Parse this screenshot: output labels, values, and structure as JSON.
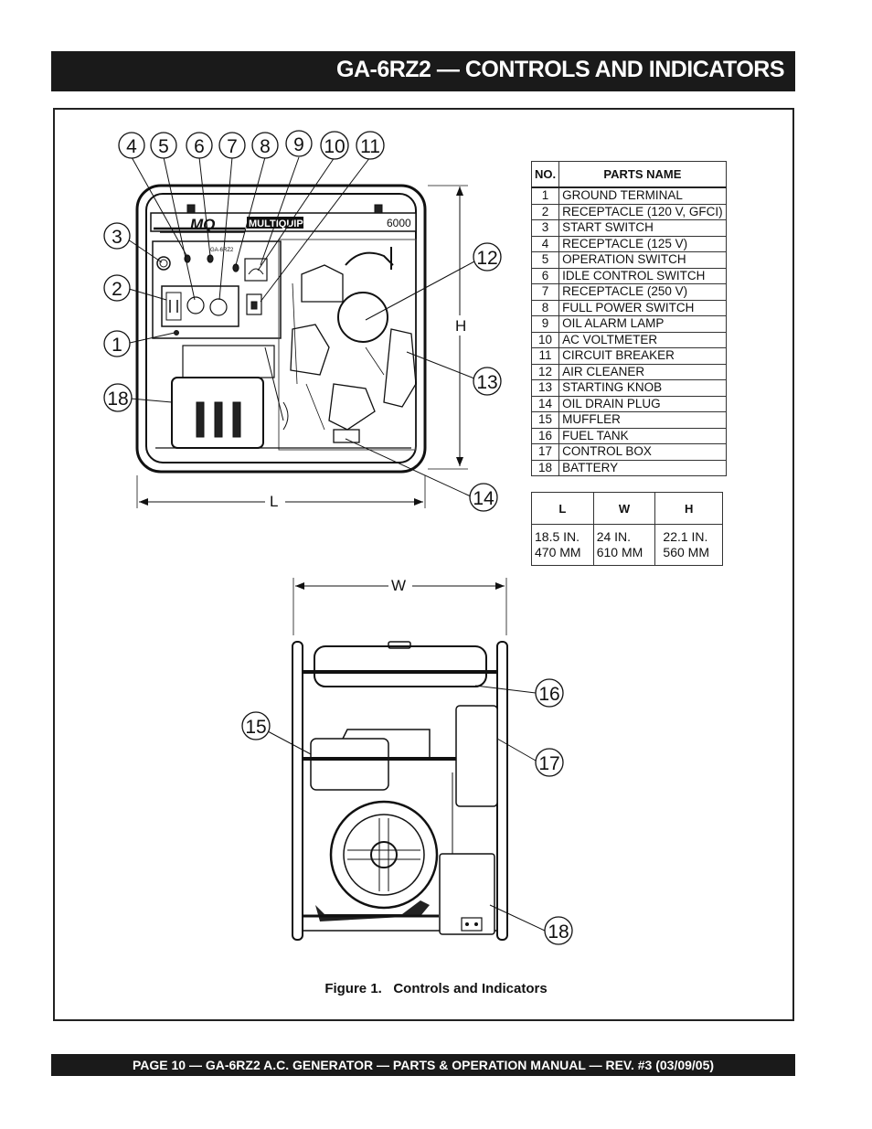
{
  "header": {
    "title": "GA-6RZ2 — CONTROLS AND INDICATORS"
  },
  "front_view": {
    "brand_logo": "MQ",
    "brand_name": "MULTIQUIP",
    "model_badge": "6000",
    "panel_model": "GA-6RZ2",
    "callouts": [
      "1",
      "2",
      "3",
      "4",
      "5",
      "6",
      "7",
      "8",
      "9",
      "10",
      "11",
      "12",
      "13",
      "14",
      "18"
    ],
    "dimension_height": "H",
    "dimension_length": "L"
  },
  "rear_view": {
    "callouts": [
      "15",
      "16",
      "17",
      "18"
    ],
    "dimension_width": "W"
  },
  "parts_table": {
    "col_no": "NO.",
    "col_name": "PARTS NAME",
    "rows": [
      {
        "no": "1",
        "name": "GROUND TERMINAL"
      },
      {
        "no": "2",
        "name": "RECEPTACLE (120 V, GFCI)"
      },
      {
        "no": "3",
        "name": "START SWITCH"
      },
      {
        "no": "4",
        "name": "RECEPTACLE (125 V)"
      },
      {
        "no": "5",
        "name": "OPERATION SWITCH"
      },
      {
        "no": "6",
        "name": "IDLE CONTROL SWITCH"
      },
      {
        "no": "7",
        "name": "RECEPTACLE (250 V)"
      },
      {
        "no": "8",
        "name": "FULL POWER SWITCH"
      },
      {
        "no": "9",
        "name": "OIL ALARM LAMP"
      },
      {
        "no": "10",
        "name": "AC VOLTMETER"
      },
      {
        "no": "11",
        "name": "CIRCUIT BREAKER"
      },
      {
        "no": "12",
        "name": "AIR CLEANER"
      },
      {
        "no": "13",
        "name": "STARTING KNOB"
      },
      {
        "no": "14",
        "name": "OIL DRAIN PLUG"
      },
      {
        "no": "15",
        "name": "MUFFLER"
      },
      {
        "no": "16",
        "name": "FUEL TANK"
      },
      {
        "no": "17",
        "name": "CONTROL BOX"
      },
      {
        "no": "18",
        "name": "BATTERY"
      }
    ]
  },
  "dimension_table": {
    "headers": [
      "L",
      "W",
      "H"
    ],
    "values": [
      {
        "line1": "18.5 IN.",
        "line2": "470 MM"
      },
      {
        "line1": "24 IN.",
        "line2": "610 MM"
      },
      {
        "line1": "22.1 IN.",
        "line2": "560 MM"
      }
    ]
  },
  "figure": {
    "caption": "Figure 1.   Controls and Indicators"
  },
  "footer": {
    "text": "PAGE 10 — GA-6RZ2 A.C. GENERATOR — PARTS & OPERATION MANUAL — REV. #3 (03/09/05)"
  }
}
